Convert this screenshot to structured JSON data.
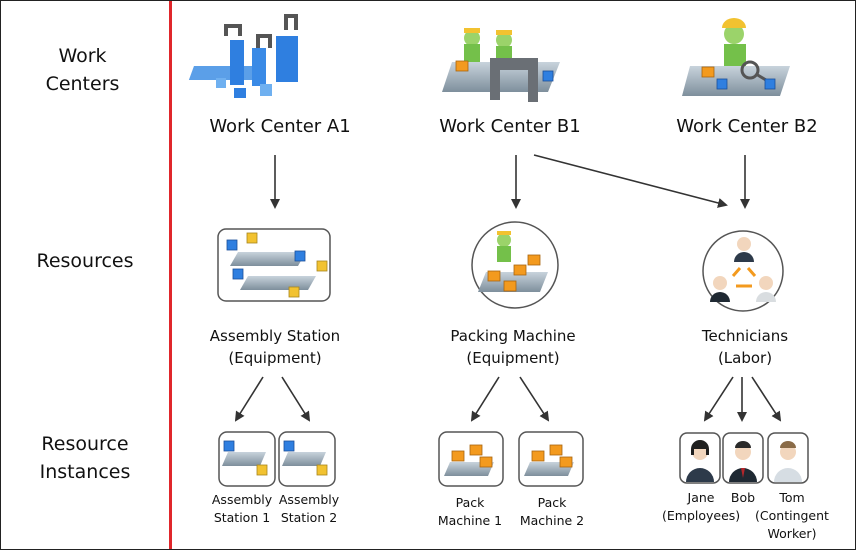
{
  "rows": {
    "work_centers": "Work\nCenters",
    "resources": "Resources",
    "resource_instances": "Resource\nInstances"
  },
  "work_centers": [
    {
      "label": "Work Center A1"
    },
    {
      "label": "Work Center B1"
    },
    {
      "label": "Work Center B2"
    }
  ],
  "resources": [
    {
      "label": "Assembly Station\n(Equipment)"
    },
    {
      "label": "Packing Machine\n(Equipment)"
    },
    {
      "label": "Technicians\n(Labor)"
    }
  ],
  "instances": [
    {
      "label": "Assembly\nStation 1"
    },
    {
      "label": "Assembly\nStation 2"
    },
    {
      "label": "Pack\nMachine 1"
    },
    {
      "label": "Pack\nMachine 2"
    },
    {
      "label": "Jane\n(Employees)"
    },
    {
      "label": "Bob"
    },
    {
      "label": "Tom\n(Contingent\nWorker)"
    }
  ],
  "colors": {
    "divider": "#e0262b",
    "arrow": "#333333",
    "accent_blue": "#2f7fe0",
    "accent_orange": "#f39a1e"
  }
}
